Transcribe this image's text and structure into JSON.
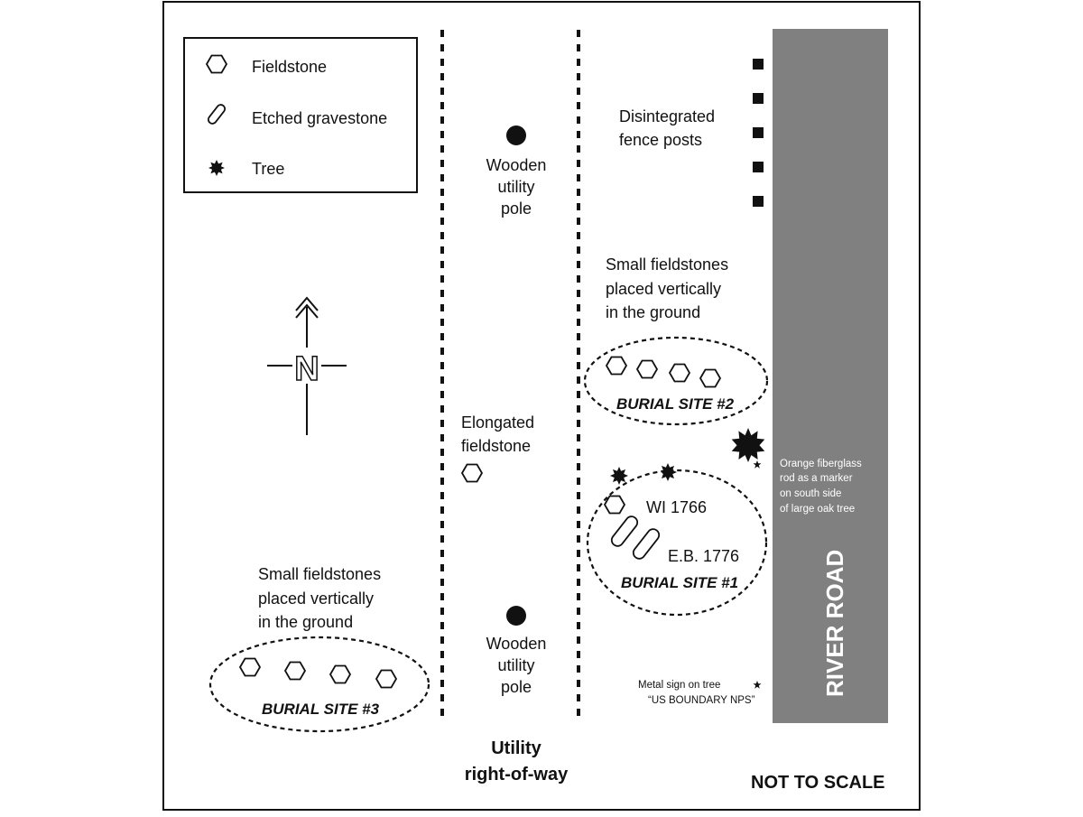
{
  "legend": {
    "items": [
      {
        "icon": "hexagon-icon",
        "label": "Fieldstone"
      },
      {
        "icon": "capsule-icon",
        "label": "Etched gravestone"
      },
      {
        "icon": "star-burst-icon",
        "label": "Tree"
      }
    ]
  },
  "compass": {
    "north_letter": "N"
  },
  "labels": {
    "fence_posts": [
      "Disintegrated",
      "fence posts"
    ],
    "site2_stones": [
      "Small fieldstones",
      "placed vertically",
      "in the ground"
    ],
    "site3_stones": [
      "Small fieldstones",
      "placed vertically",
      "in the ground"
    ],
    "pole_top": [
      "Wooden",
      "utility",
      "pole"
    ],
    "pole_bottom": [
      "Wooden",
      "utility",
      "pole"
    ],
    "elongated": [
      "Elongated",
      "fieldstone"
    ],
    "wi": "WI 1766",
    "eb": "E.B. 1776",
    "marker_note": [
      "Orange fiberglass",
      "rod as a marker",
      "on south side",
      "of large oak tree"
    ],
    "metal_sign": [
      "Metal sign on tree",
      "“US BOUNDARY NPS”"
    ],
    "utility_row": [
      "Utility",
      "right-of-way"
    ],
    "not_to_scale": "NOT TO SCALE",
    "road": "RIVER ROAD"
  },
  "sites": {
    "site1": "BURIAL SITE #1",
    "site2": "BURIAL SITE #2",
    "site3": "BURIAL SITE #3"
  },
  "colors": {
    "road": "#808080",
    "ink": "#111111"
  }
}
